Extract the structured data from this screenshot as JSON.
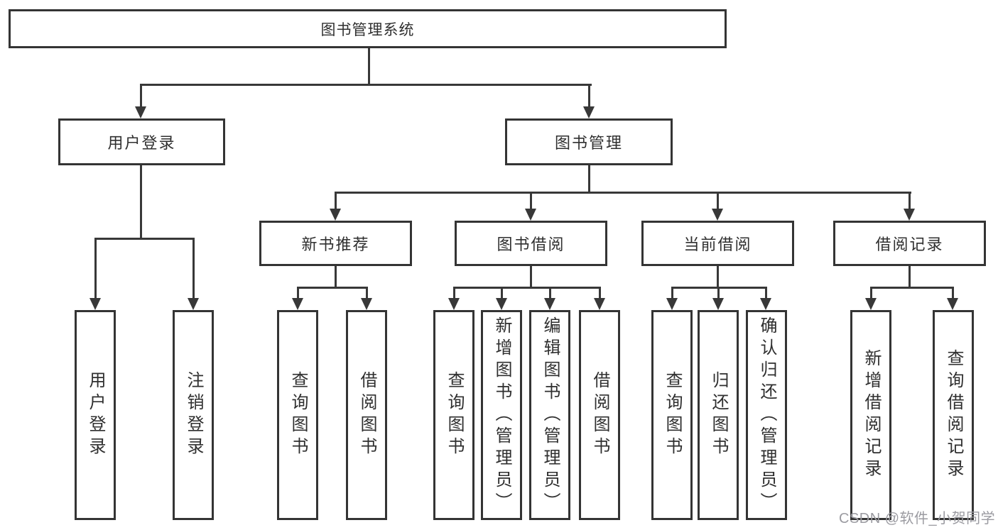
{
  "tree": {
    "root": "图书管理系统",
    "branches": [
      {
        "label": "用户登录",
        "children": [
          "用户登录",
          "注销登录"
        ]
      },
      {
        "label": "图书管理",
        "groups": [
          {
            "label": "新书推荐",
            "children": [
              "查询图书",
              "借阅图书"
            ]
          },
          {
            "label": "图书借阅",
            "children": [
              "查询图书",
              "新增图书（管理员）",
              "编辑图书（管理员）",
              "借阅图书"
            ]
          },
          {
            "label": "当前借阅",
            "children": [
              "查询图书",
              "归还图书",
              "确认归还（管理员）"
            ]
          },
          {
            "label": "借阅记录",
            "children": [
              "新增借阅记录",
              "查询借阅记录"
            ]
          }
        ]
      }
    ]
  },
  "watermark": "CSDN @软件_小贺同学",
  "colors": {
    "line": "#383838",
    "box_border": "#343434",
    "text": "#2f2f2f",
    "watermark": "#9b9ba1",
    "background": "#ffffff"
  }
}
